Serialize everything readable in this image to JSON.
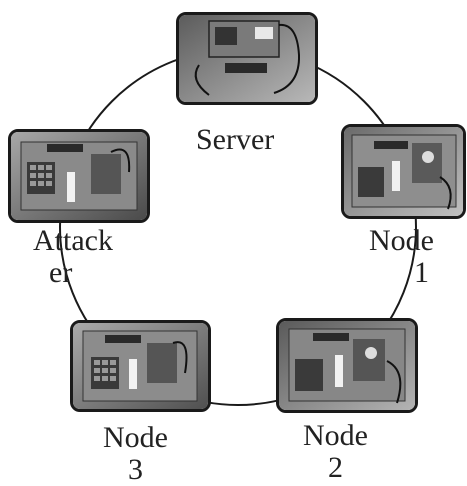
{
  "diagram": {
    "nodes": {
      "server": {
        "label_lines": [
          "Server"
        ]
      },
      "attacker": {
        "label_lines": [
          "Attack",
          "er"
        ]
      },
      "node1": {
        "label_lines": [
          "Node",
          "1"
        ]
      },
      "node2": {
        "label_lines": [
          "Node",
          "2"
        ]
      },
      "node3": {
        "label_lines": [
          "Node",
          "3"
        ]
      }
    },
    "colors": {
      "ring": "#1a1a1a",
      "frame": "#1a1a1a",
      "text": "#222222"
    }
  }
}
